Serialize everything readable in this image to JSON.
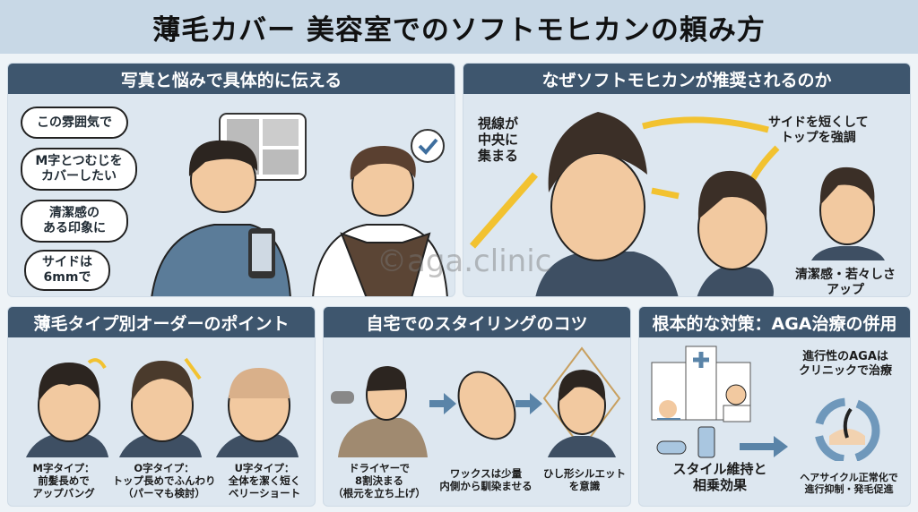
{
  "title": "薄毛カバー 美容室でのソフトモヒカンの頼み方",
  "watermark": "©aga.clinic",
  "colors": {
    "header": "#3e566e",
    "panel": "#dde7f0",
    "accent": "#f2c230",
    "topbar": "#c8d8e6"
  },
  "panel1": {
    "heading": "写真と悩みで具体的に伝える",
    "bubbles": [
      "この雰囲気で",
      "M字とつむじを\nカバーしたい",
      "清潔感の\nある印象に",
      "サイドは\n6mmで"
    ]
  },
  "panel2": {
    "heading": "なぜソフトモヒカンが推奨されるのか",
    "left_label": "視線が\n中央に\n集まる",
    "right_label": "サイドを短くして\nトップを強調",
    "bottom_label": "清潔感・若々しさ\nアップ"
  },
  "panel3": {
    "heading": "薄毛タイプ別オーダーのポイント",
    "types": [
      "M字タイプ：\n前髪長めで\nアップバング",
      "O字タイプ：\nトップ長めでふんわり\n（パーマも検討）",
      "U字タイプ：\n全体を潔く短く\nベリーショート"
    ]
  },
  "panel4": {
    "heading": "自宅でのスタイリングのコツ",
    "steps": [
      "ドライヤーで\n8割決まる\n（根元を立ち上げ）",
      "ワックスは少量\n内側から馴染ませる",
      "ひし形シルエット\nを意識"
    ]
  },
  "panel5": {
    "heading": "根本的な対策：AGA治療の併用",
    "clinic_label": "進行性のAGAは\nクリニックで治療",
    "synergy_label": "スタイル維持と\n相乗効果",
    "cycle_label": "ヘアサイクル正常化で\n進行抑制・発毛促進"
  }
}
